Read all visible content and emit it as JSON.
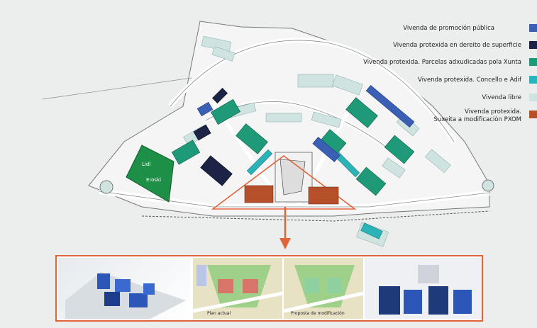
{
  "legend": [
    {
      "label": "Vivenda de promoción pública",
      "color": "#3a5fb4"
    },
    {
      "label": "Vivenda protexida en dereito de superficie",
      "color": "#1c2346"
    },
    {
      "label": "Vivenda protexida. Parcelas adxudicadas pola Xunta",
      "color": "#1f9a78"
    },
    {
      "label": "Vivenda protexida. Concello e Adif",
      "color": "#2bb3b8"
    },
    {
      "label": "Vivenda libre",
      "color": "#cfe3e1"
    },
    {
      "label": "Vivenda protexida. Suxeita a modificación PXOM",
      "label_line1": "Vivenda protexida.",
      "label_line2": "Suxeita a modificación PXOM",
      "color": "#b5502b"
    }
  ],
  "map_labels": {
    "lidl": "Lidl",
    "eroski": "Eroski"
  },
  "panels": {
    "plan_actual": "Plan actual",
    "proposta": "Proposta de modificación"
  },
  "colors": {
    "accent_orange": "#e0643a",
    "street": "#ffffff",
    "street_outline": "#8b8f8f",
    "commercial_green": "#1e8f47"
  }
}
